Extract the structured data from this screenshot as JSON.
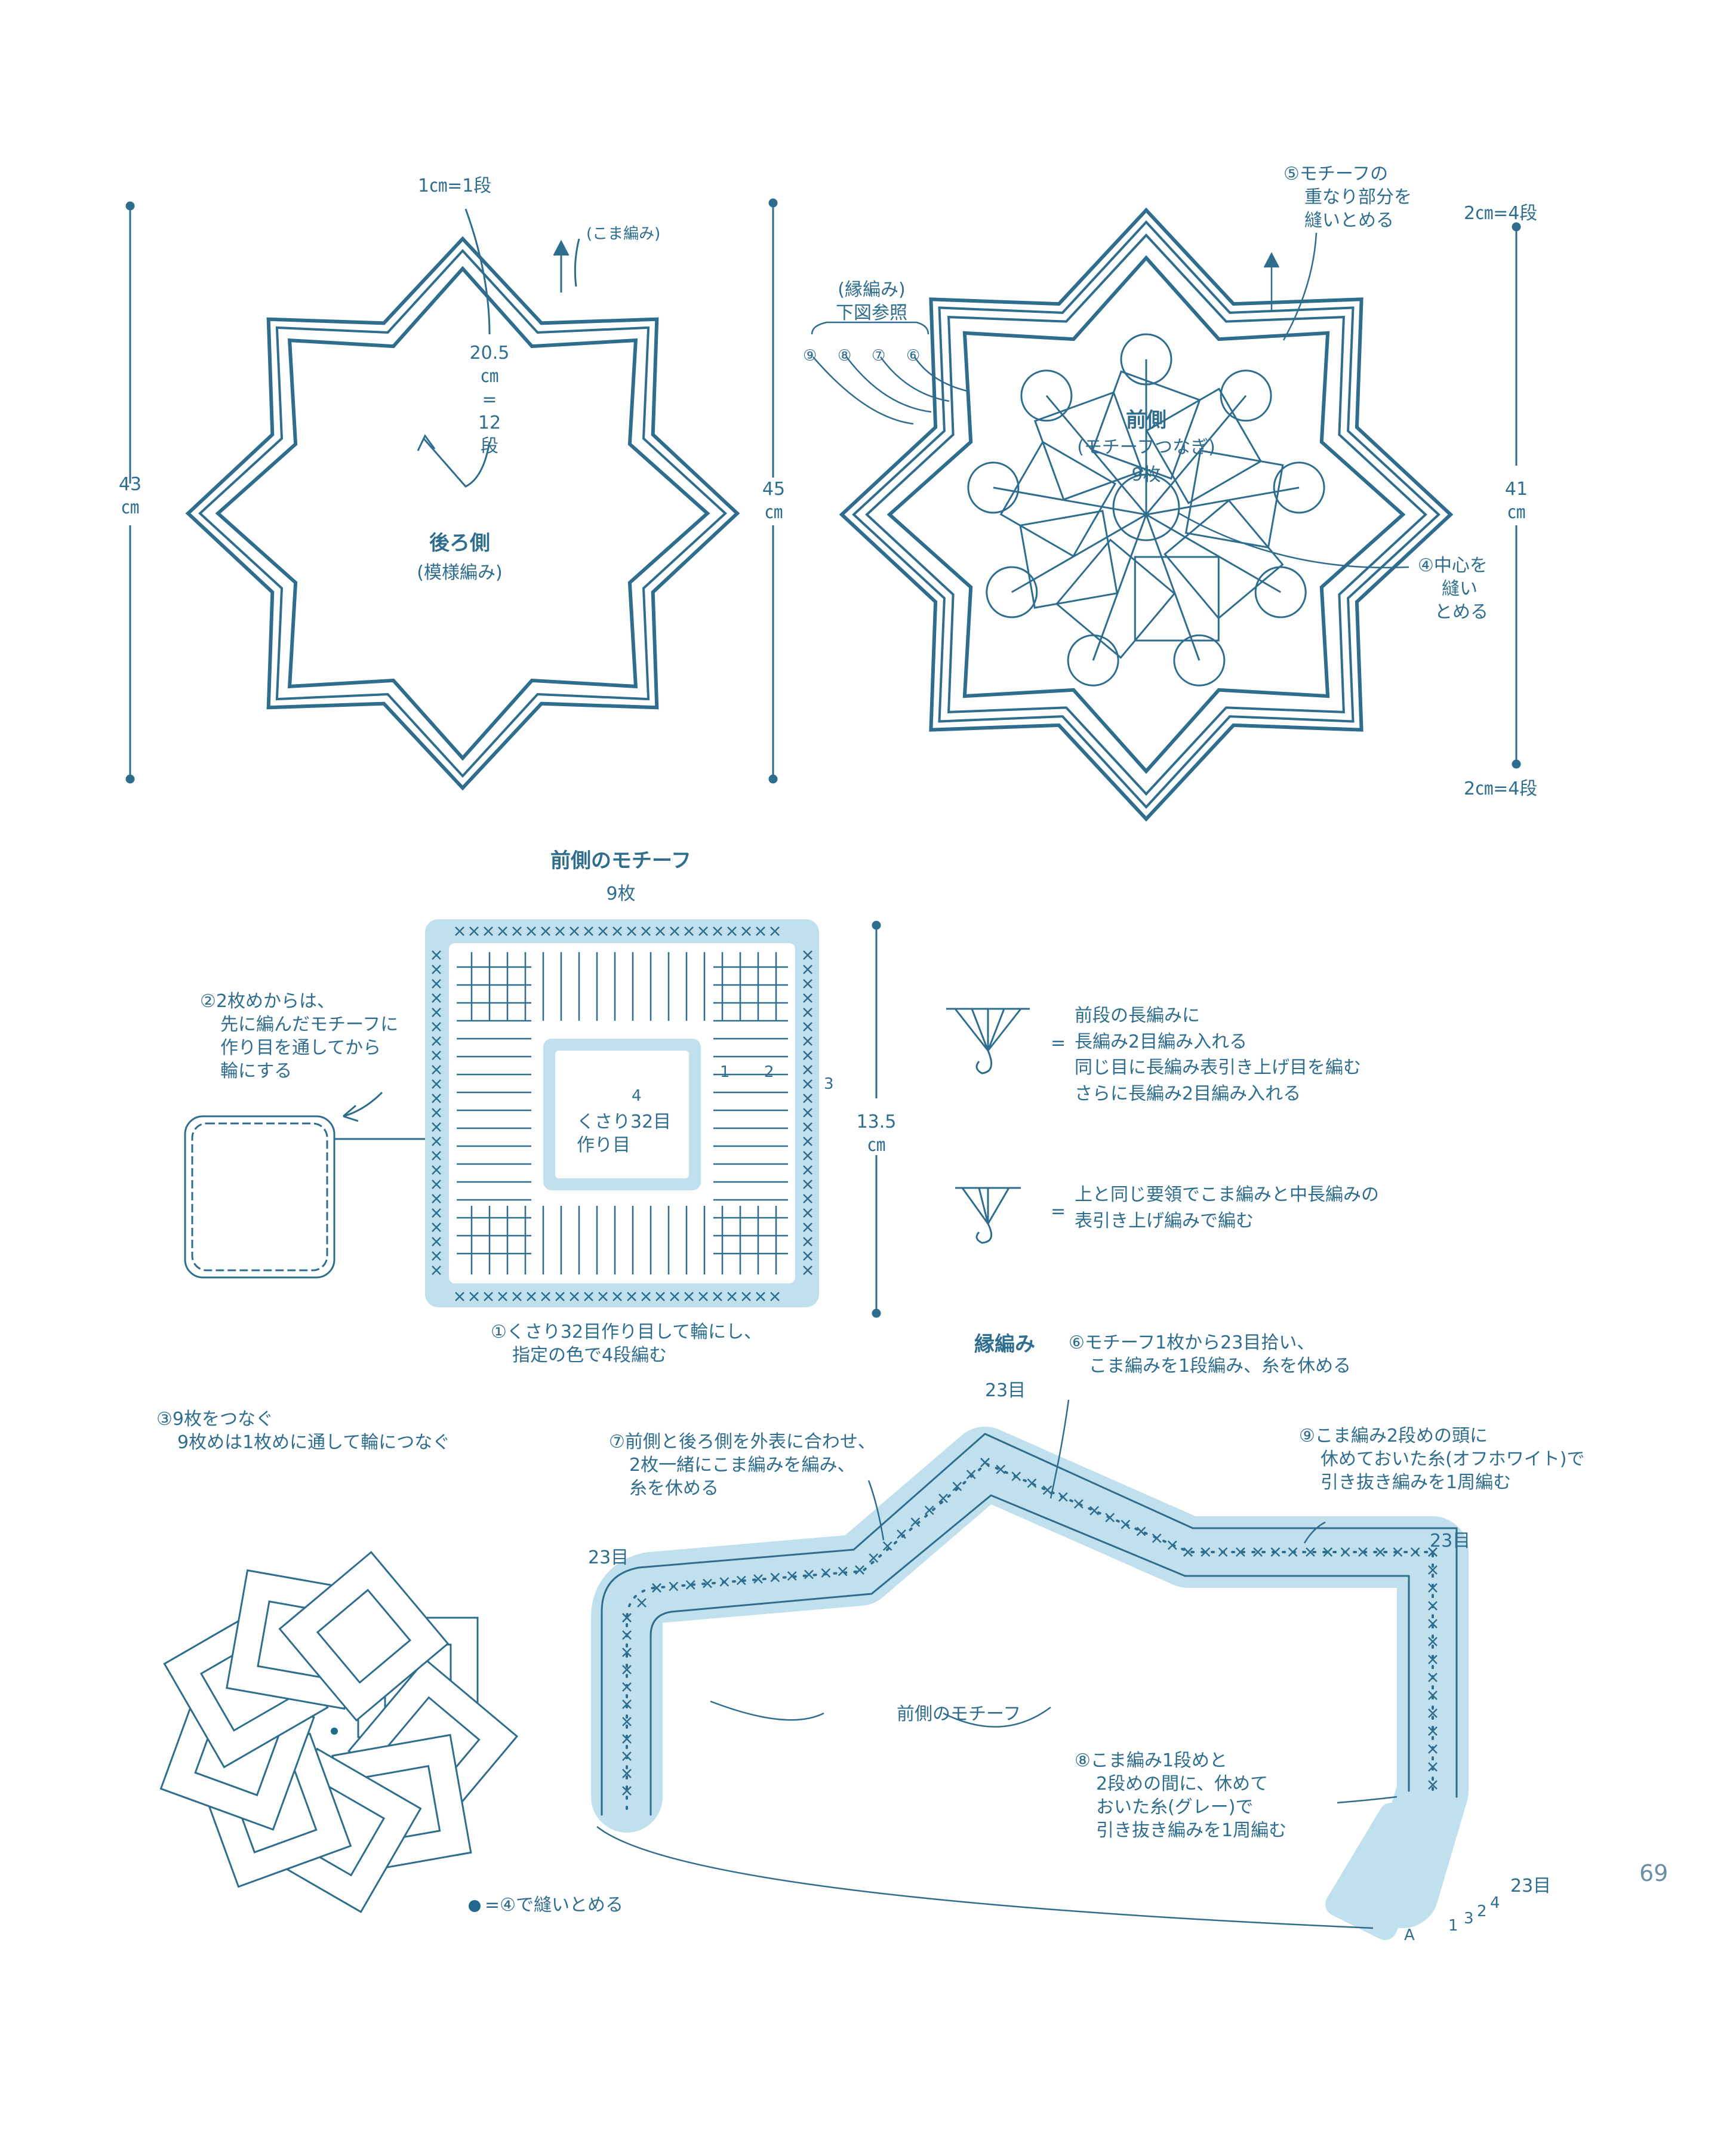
{
  "top": {
    "back": {
      "title": "後ろ側",
      "subtitle": "(模様編み)",
      "gauge_top": "1㎝=1段",
      "radius_l1": "20.5",
      "radius_l2": "㎝",
      "radius_l3": "=",
      "radius_l4": "12",
      "radius_l5": "段",
      "edge_note": "(こま編み)",
      "height_l1": "43",
      "height_l2": "㎝"
    },
    "front": {
      "title": "前側",
      "subtitle": "(モチーフつなぎ)",
      "count": "9枚",
      "height_l1": "45",
      "height_l2": "㎝",
      "border_note_l1": "(縁編み)",
      "border_note_l2": "下図参照",
      "row_circles": [
        "⑨",
        "⑧",
        "⑦",
        "⑥"
      ],
      "note5_l1": "⑤モチーフの",
      "note5_l2": "重なり部分を",
      "note5_l3": "縫いとめる",
      "gauge_top": "2㎝=4段",
      "gauge_bottom": "2㎝=4段",
      "inner_l1": "41",
      "inner_l2": "㎝",
      "note4_l1": "④中心を",
      "note4_l2": "縫い",
      "note4_l3": "とめる"
    }
  },
  "motif": {
    "title": "前側のモチーフ",
    "count": "9枚",
    "note2_l1": "②2枚めからは、",
    "note2_l2": "先に編んだモチーフに",
    "note2_l3": "作り目を通してから",
    "note2_l4": "輪にする",
    "chain_l1": "くさり32目",
    "chain_l2": "作り目",
    "size_l1": "13.5",
    "size_l2": "㎝",
    "note1_l1": "①くさり32目作り目して輪にし、",
    "note1_l2": "指定の色で4段編む",
    "row_numbers": [
      "1",
      "2",
      "3",
      "4"
    ],
    "legend1_l1": "前段の長編みに",
    "legend1_l2": "長編み2目編み入れる",
    "legend1_l3": "同じ目に長編み表引き上げ目を編む",
    "legend1_l4": "さらに長編み2目編み入れる",
    "legend2_l1": "上と同じ要領でこま編みと中長編みの",
    "legend2_l2": "表引き上げ編みで編む",
    "equals": "="
  },
  "join": {
    "note3_l1": "③9枚をつなぐ",
    "note3_l2": "9枚めは1枚めに通して輪につなぐ",
    "legend": "=④で縫いとめる"
  },
  "edging": {
    "title": "縁編み",
    "note6_l1": "⑥モチーフ1枚から23目拾い、",
    "note6_l2": "こま編みを1段編み、糸を休める",
    "note7_l1": "⑦前側と後ろ側を外表に合わせ、",
    "note7_l2": "2枚一緒にこま編みを編み、",
    "note7_l3": "糸を休める",
    "note9_l1": "⑨こま編み2段めの頭に",
    "note9_l2": "休めておいた糸(オフホワイト)で",
    "note9_l3": "引き抜き編みを1周編む",
    "note8_l1": "⑧こま編み1段めと",
    "note8_l2": "2段めの間に、休めて",
    "note8_l3": "おいた糸(グレー)で",
    "note8_l4": "引き抜き編みを1周編む",
    "motif_label": "前側のモチーフ",
    "stitches_23": "23目",
    "row_numbers": [
      "1",
      "3",
      "2",
      "4"
    ],
    "arrow_A": "A"
  },
  "page_number": "69",
  "colors": {
    "line": "#2e6d8e",
    "fill": "#bfe0ec",
    "accent": "#1f6a8c"
  }
}
